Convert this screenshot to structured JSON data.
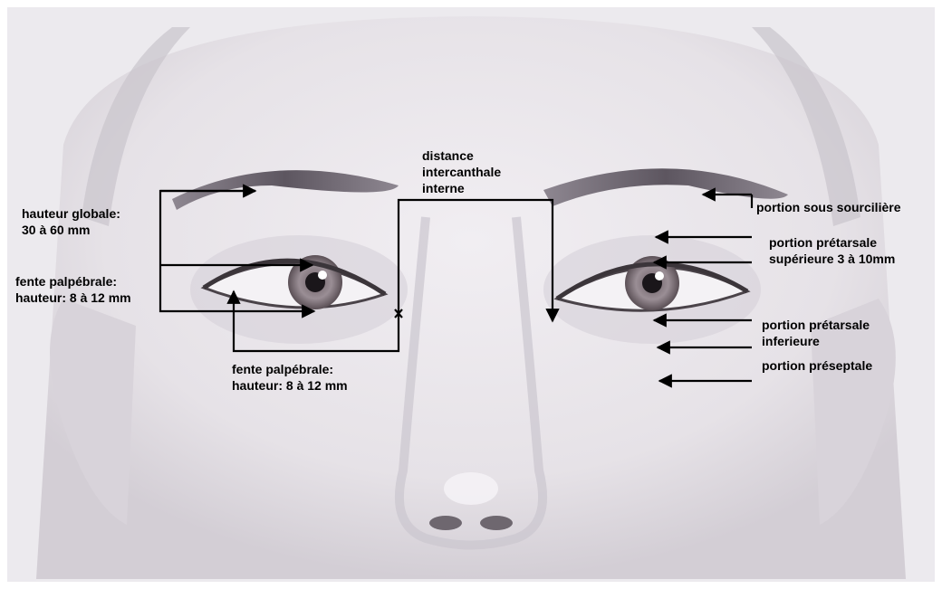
{
  "labels": {
    "hauteur_globale": [
      "hauteur globale:",
      "30 à 60 mm"
    ],
    "fente_left": [
      "fente palpébrale:",
      "hauteur: 8 à 12 mm"
    ],
    "fente_bottom": [
      "fente palpébrale:",
      "hauteur: 8 à 12 mm"
    ],
    "distance": [
      "distance",
      "intercanthale",
      "interne"
    ],
    "sous_sourciliere": [
      "portion sous sourcilière"
    ],
    "pretarsale_sup": [
      "portion prétarsale",
      "supérieure 3 à 10mm"
    ],
    "pretarsale_inf": [
      "portion prétarsale",
      "inferieure"
    ],
    "preseptale": [
      "portion préseptale"
    ]
  },
  "colors": {
    "annotation": "#000000",
    "skin": "#e9e6ea",
    "shadow": "#b9b3bc",
    "iris": "#8a7d84",
    "background": "#ffffff"
  }
}
